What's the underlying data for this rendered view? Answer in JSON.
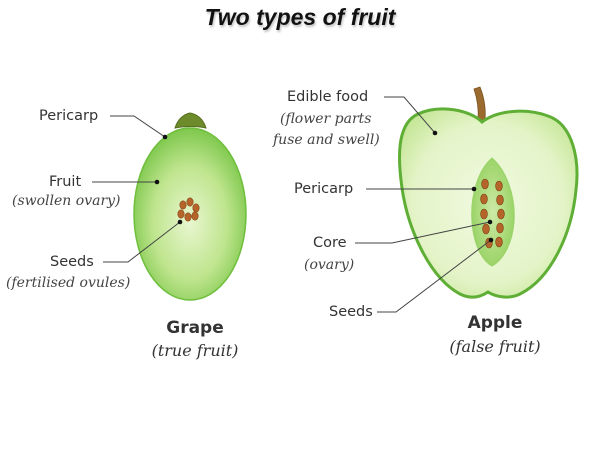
{
  "title": "Two types of fruit",
  "grape": {
    "pericarp_label": "Pericarp",
    "fruit_label": "Fruit",
    "fruit_sub": "(swollen ovary)",
    "seeds_label": "Seeds",
    "seeds_sub": "(fertilised ovules)",
    "caption": "Grape",
    "caption_sub": "(true fruit)"
  },
  "apple": {
    "edible_label": "Edible food",
    "edible_sub_1": "(flower parts",
    "edible_sub_2": "fuse and swell)",
    "pericarp_label": "Pericarp",
    "core_label": "Core",
    "core_sub": "(ovary)",
    "seeds_label": "Seeds",
    "caption": "Apple",
    "caption_sub": "(false fruit)"
  },
  "colors": {
    "fruit_green": "#8fd35c",
    "fruit_light": "#e6f5c9",
    "outline_green": "#5fae35",
    "seed_brown": "#b5652a",
    "stem_brown": "#9a6a2e",
    "leader_line": "#444444"
  }
}
